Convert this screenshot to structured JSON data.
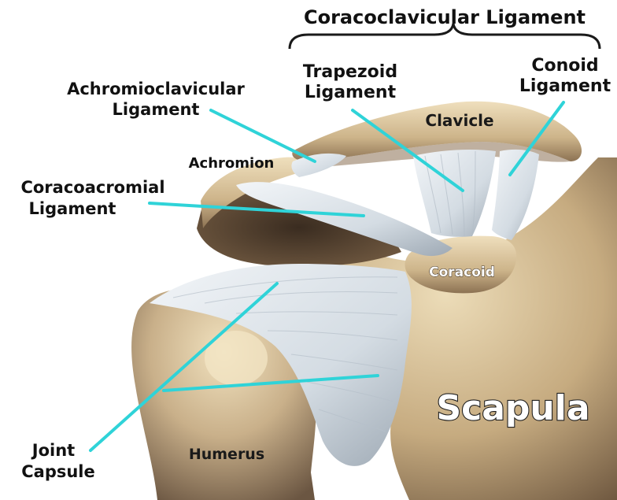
{
  "labels": {
    "coracoclavicular": "Coracoclavicular Ligament",
    "trapezoid_1": "Trapezoid",
    "trapezoid_2": "Ligament",
    "conoid_1": "Conoid",
    "conoid_2": "Ligament",
    "acromioclavicular_1": "Achromioclavicular",
    "acromioclavicular_2": "Ligament",
    "clavicle": "Clavicle",
    "acromion": "Achromion",
    "coracoacromial_1": "Coracoacromial",
    "coracoacromial_2": "Ligament",
    "coracoid": "Coracoid",
    "joint_capsule_1": "Joint",
    "joint_capsule_2": "Capsule",
    "humerus": "Humerus",
    "scapula": "Scapula"
  },
  "colors": {
    "leader": "#2fd3d8",
    "bone_light": "#e6d3ab",
    "bone_mid": "#bca178",
    "bone_dark": "#7b6245",
    "ligament": "#dfe6ec",
    "ligament_shade": "#aeb8c2",
    "shadow": "#3b2f24"
  }
}
